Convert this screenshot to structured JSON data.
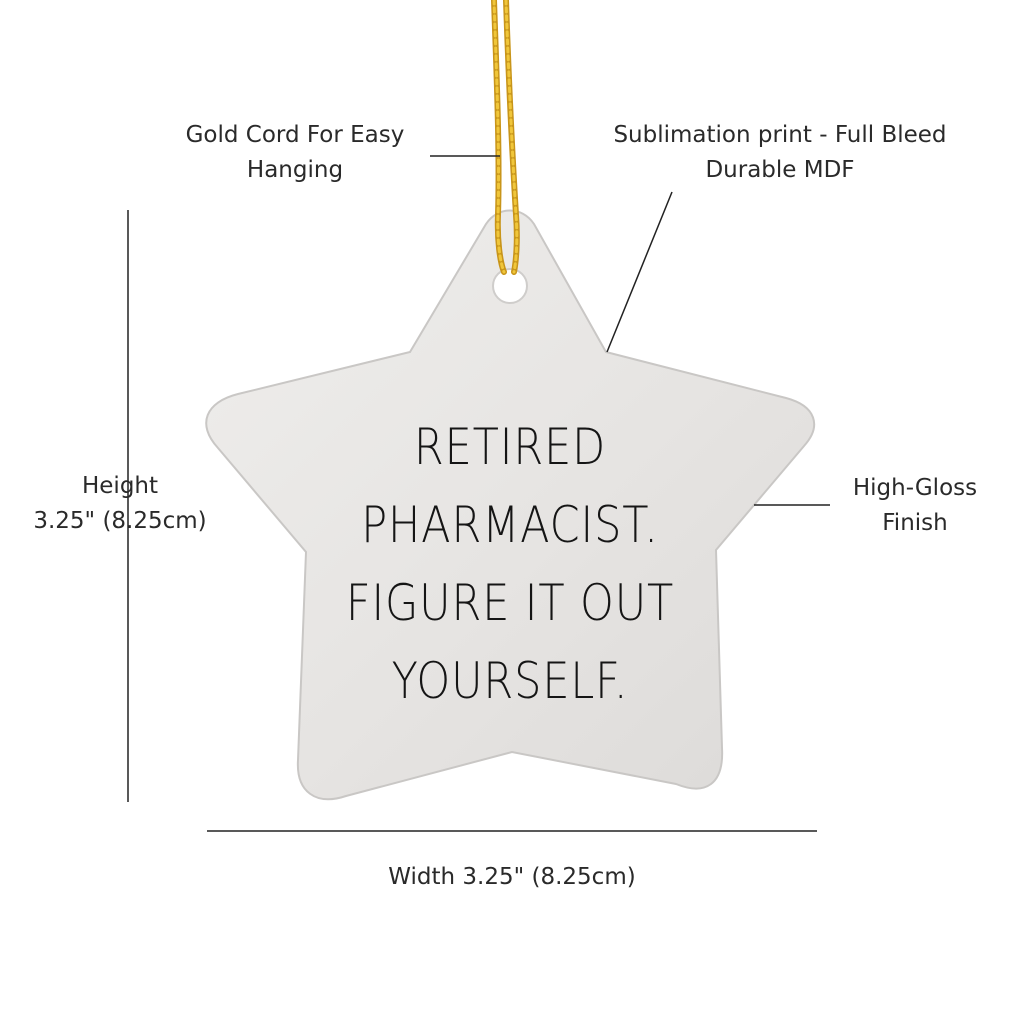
{
  "product": {
    "message_lines": [
      "RETIRED",
      "PHARMACIST.",
      "FIGURE IT OUT",
      "YOURSELF."
    ],
    "colors": {
      "ornament_fill": "#e6e4e2",
      "ornament_edge": "#c9c7c5",
      "cord": "#d9a81e",
      "text": "#151515",
      "guide_lines": "#222222"
    }
  },
  "annotations": {
    "cord": [
      "Gold Cord For Easy",
      "Hanging"
    ],
    "print": [
      "Sublimation print - Full Bleed",
      "Durable MDF"
    ],
    "height": [
      "Height",
      "3.25\" (8.25cm)"
    ],
    "gloss": [
      "High-Gloss",
      "Finish"
    ],
    "width": "Width 3.25\" (8.25cm)"
  }
}
